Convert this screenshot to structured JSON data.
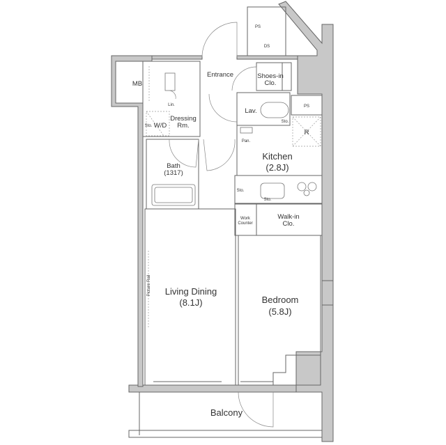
{
  "floor_plan": {
    "rooms": {
      "mb": "MB",
      "ps_top": "PS",
      "ds": "DS",
      "entrance": "Entrance",
      "shoes_in_clo": [
        "Shoes-in",
        "Clo."
      ],
      "lav": "Lav.",
      "ps_right": "PS",
      "sto_lav": "Sto.",
      "lin": "Lin.",
      "sto_wd": "Sto.",
      "wd": "W/D",
      "dressing_rm": [
        "Dressing",
        "Rm."
      ],
      "refrigerator": "R",
      "pan": "Pan.",
      "kitchen": [
        "Kitchen",
        "(2.8J)"
      ],
      "bath": [
        "Bath",
        "(1317)"
      ],
      "sto_kitchen_left": "Sto.",
      "sto_kitchen_counter": "Sto.",
      "work_counter": [
        "Work",
        "Counter"
      ],
      "walk_in_clo": [
        "Walk-in",
        "Clo."
      ],
      "living_dining": [
        "Living Dining",
        "(8.1J)"
      ],
      "picture_rail": "Picture Rail",
      "bedroom": [
        "Bedroom",
        "(5.8J)"
      ],
      "balcony": "Balcony"
    },
    "colors": {
      "structural_wall": "#c8c8c8",
      "line": "#666666"
    }
  }
}
